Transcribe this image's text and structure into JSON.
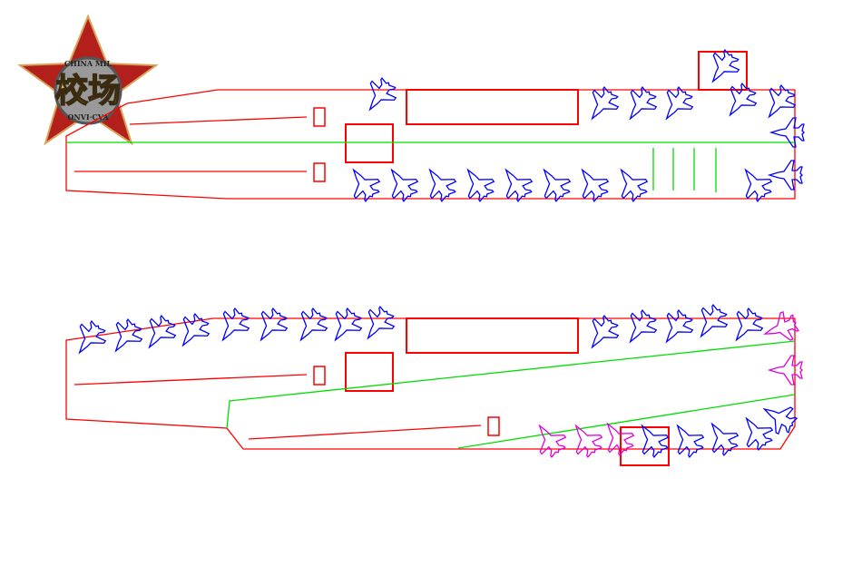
{
  "logo": {
    "title": "校场",
    "ring_top": "CHINA MIL",
    "ring_bottom": "ONVI·CVA"
  },
  "colors": {
    "deck_outline": "#ff0000",
    "flight_line": "#00dd00",
    "aircraft": "#0000ff",
    "aircraft_highlight": "#dd00dd",
    "star": "#b3201c",
    "gold": "#c8a24a"
  }
}
